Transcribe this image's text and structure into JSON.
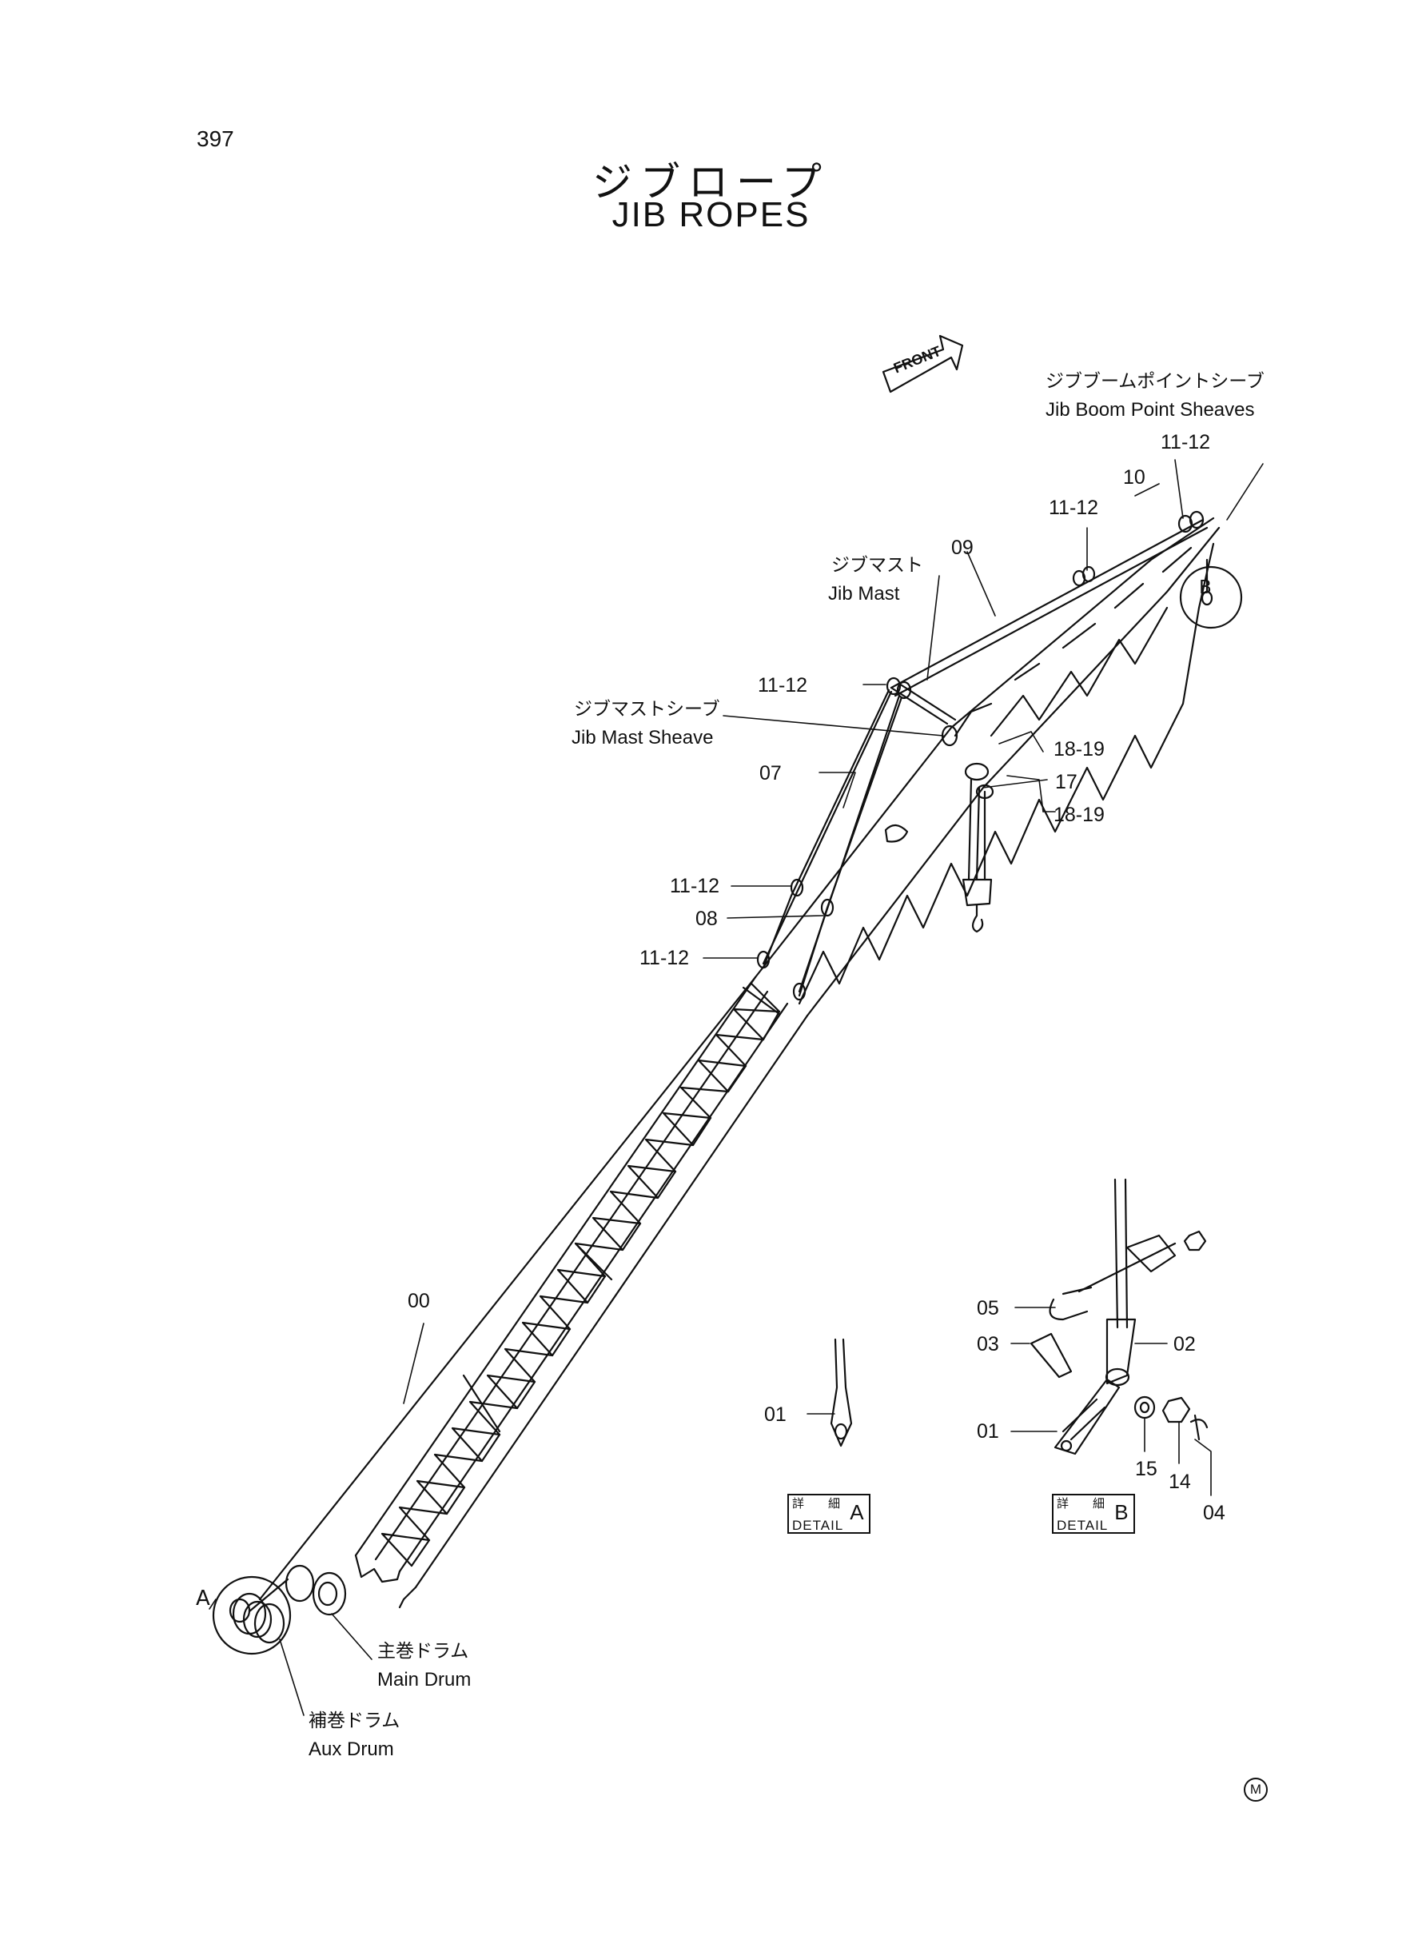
{
  "page_number": "397",
  "title": {
    "japanese": "ジブロープ",
    "english": "JIB ROPES"
  },
  "front_arrow": "FRONT",
  "labels": {
    "jib_boom_point_sheaves_jp": "ジブブームポイントシーブ",
    "jib_boom_point_sheaves_en": "Jib Boom Point Sheaves",
    "jib_mast_jp": "ジブマスト",
    "jib_mast_en": "Jib Mast",
    "jib_mast_sheave_jp": "ジブマストシーブ",
    "jib_mast_sheave_en": "Jib Mast Sheave",
    "main_drum_jp": "主巻ドラム",
    "main_drum_en": "Main Drum",
    "aux_drum_jp": "補巻ドラム",
    "aux_drum_en": "Aux Drum",
    "detail_marker_a": "A",
    "detail_marker_b": "B"
  },
  "part_numbers": {
    "p11_12_top": "11-12",
    "p10": "10",
    "p11_12_upper": "11-12",
    "p09": "09",
    "p11_12_mast": "11-12",
    "p07": "07",
    "p18_19_a": "18-19",
    "p17": "17",
    "p18_19_b": "18-19",
    "p11_12_mid": "11-12",
    "p08": "08",
    "p11_12_low": "11-12",
    "p00": "00",
    "p01_a": "01",
    "p05": "05",
    "p03": "03",
    "p02": "02",
    "p01_b": "01",
    "p15": "15",
    "p14": "14",
    "p04": "04"
  },
  "detail_a": {
    "kanji_top": "詳　　細",
    "label": "DETAIL",
    "letter": "A"
  },
  "detail_b": {
    "kanji_top": "詳　　細",
    "label": "DETAIL",
    "letter": "B"
  },
  "footer_mark": "M"
}
